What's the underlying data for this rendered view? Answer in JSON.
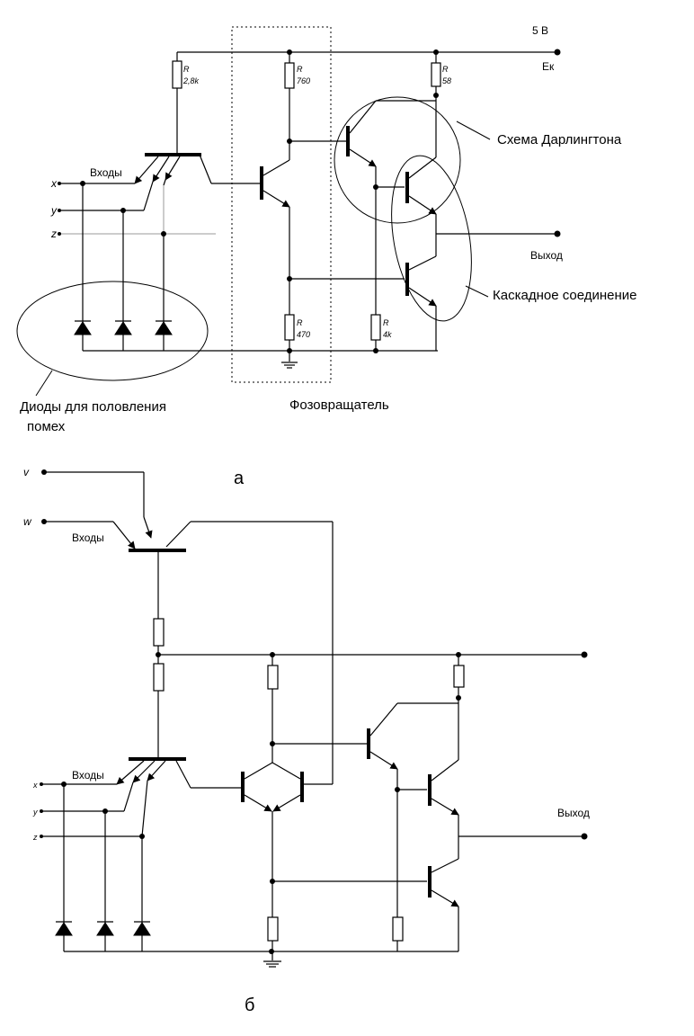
{
  "diagram_a": {
    "supply_voltage": "5 В",
    "supply_node": "Ек",
    "inputs_label": "Входы",
    "input_x": "x",
    "input_y": "y",
    "input_z": "z",
    "r1_name": "R",
    "r1_value": "2,8k",
    "r2_name": "R",
    "r2_value": "760",
    "r3_name": "R",
    "r3_value": "58",
    "r4_name": "R",
    "r4_value": "470",
    "r5_name": "R",
    "r5_value": "4k",
    "darlington_label": "Схема Дарлингтона",
    "output_label": "Выход",
    "cascade_label": "Каскадное соединение",
    "diodes_label_line1": "Диоды для половления",
    "diodes_label_line2": "помех",
    "phase_splitter_label": "Фозовращатель",
    "caption": "а"
  },
  "diagram_b": {
    "input_v": "v",
    "input_w": "w",
    "inputs_label_top": "Входы",
    "inputs_label_bottom": "Входы",
    "input_x": "x",
    "input_y": "y",
    "input_z": "z",
    "output_label": "Выход",
    "caption": "б"
  }
}
